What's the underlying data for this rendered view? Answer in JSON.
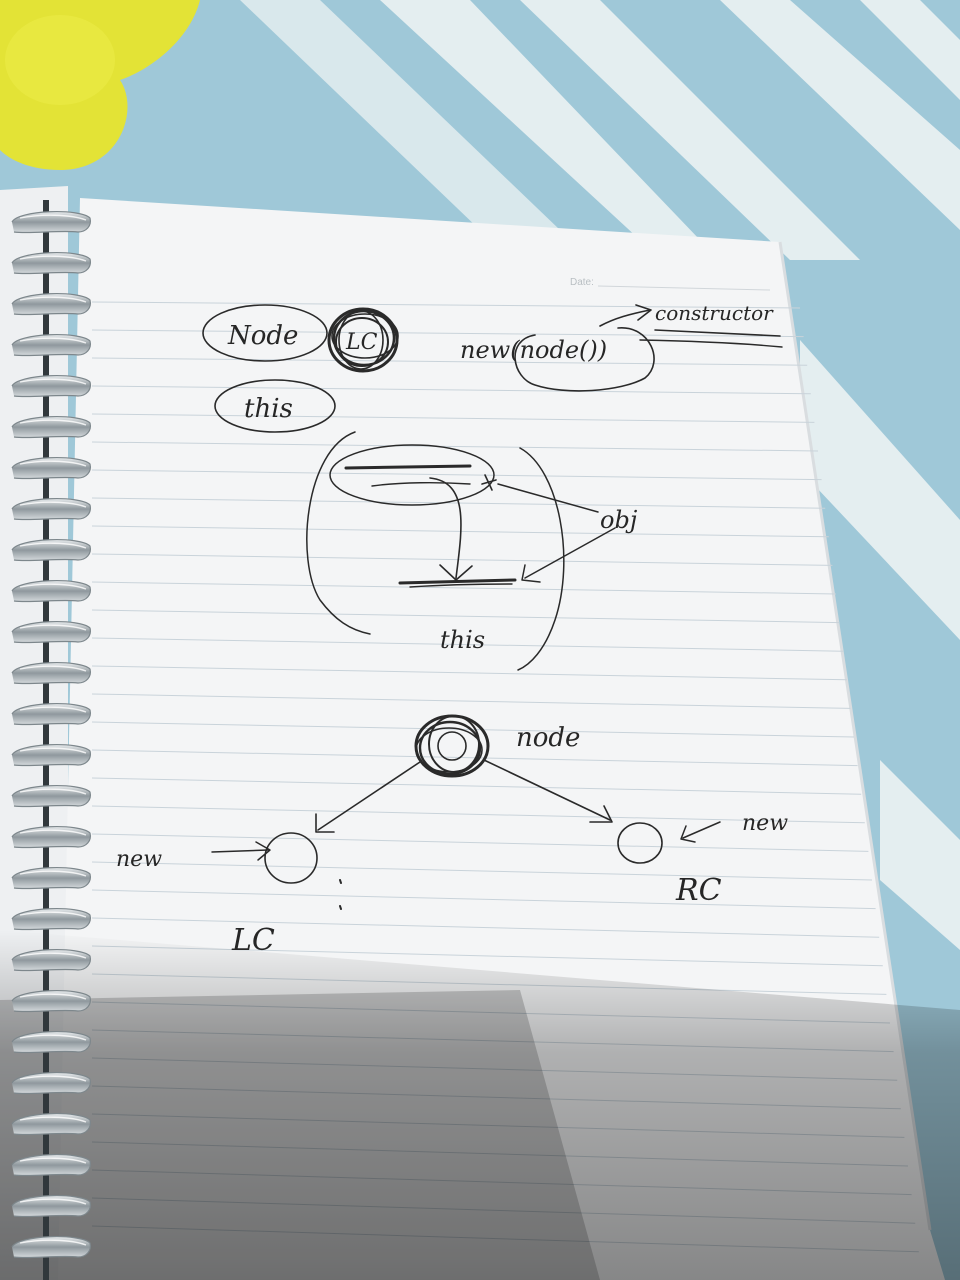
{
  "photo": {
    "subject": "spiral notebook page with handwritten notes",
    "colors": {
      "bedsheet_blue": "#9fc8d8",
      "bedsheet_white": "#e4eef0",
      "yellow_flower": "#e3e336",
      "paper": "#f4f5f6",
      "ink": "#2a2a2a",
      "spiral": "#9aa3a8"
    }
  },
  "notebook": {
    "header_label": "Date:",
    "notes": {
      "node_word": "Node",
      "lc_circled": "LC",
      "new_call": "new(node())",
      "constructor_word": "constructor",
      "this_word": "this",
      "obj_word": "obj",
      "this_below": "this"
    },
    "tree": {
      "root_label": "node",
      "left_child_label": "LC",
      "right_child_label": "RC",
      "left_new": "new",
      "right_new": "new"
    }
  }
}
